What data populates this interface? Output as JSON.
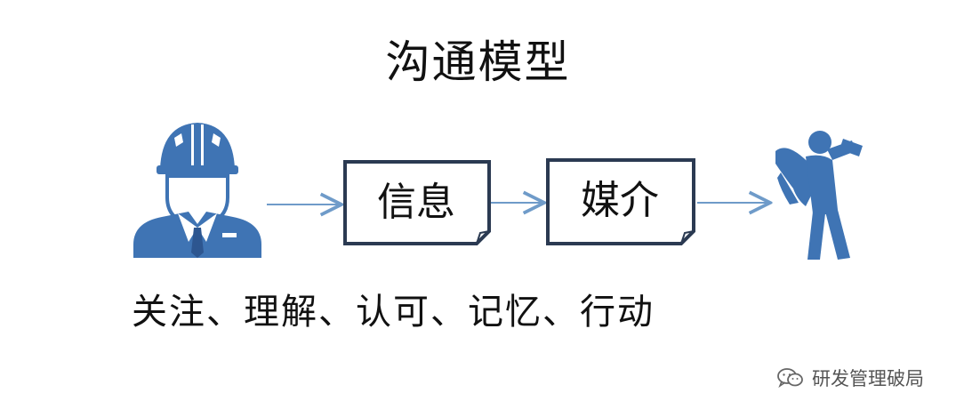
{
  "title": "沟通模型",
  "nodes": {
    "sender": {
      "icon": "worker-with-hard-hat-icon"
    },
    "message": {
      "label": "信息"
    },
    "media": {
      "label": "媒介"
    },
    "receiver": {
      "icon": "person-carrying-sack-icon"
    }
  },
  "caption": "关注、理解、认可、记忆、行动",
  "watermark": {
    "icon": "wechat-logo-icon",
    "text": "研发管理破局"
  },
  "colors": {
    "figure_blue": "#3f74b4",
    "arrow_blue": "#6f9bc9",
    "box_border": "#2b3a52"
  }
}
